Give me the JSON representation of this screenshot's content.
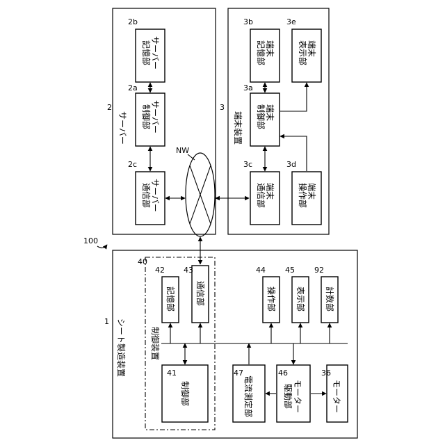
{
  "system_ref": "100",
  "server": {
    "ref": "2",
    "label": "サーバー",
    "storage": {
      "ref": "2b",
      "line1": "サーバー",
      "line2": "記憶部"
    },
    "control": {
      "ref": "2a",
      "line1": "サーバー",
      "line2": "制御部"
    },
    "comm": {
      "ref": "2c",
      "line1": "サーバー",
      "line2": "通信部"
    }
  },
  "network": {
    "ref": "NW"
  },
  "terminal": {
    "ref": "3",
    "label": "端末装置",
    "storage": {
      "ref": "3b",
      "line1": "端末",
      "line2": "記憶部"
    },
    "display": {
      "ref": "3e",
      "line1": "端末",
      "line2": "表示部"
    },
    "control": {
      "ref": "3a",
      "line1": "端末",
      "line2": "制御部"
    },
    "comm": {
      "ref": "3c",
      "line1": "端末",
      "line2": "通信部"
    },
    "operation": {
      "ref": "3d",
      "line1": "端末",
      "line2": "操作部"
    }
  },
  "machine": {
    "ref": "1",
    "label": "シート製造装置",
    "controller": {
      "ref": "40",
      "label": "制御装置"
    },
    "storage": {
      "ref": "42",
      "label": "記憶部"
    },
    "comm": {
      "ref": "43",
      "label": "通信部"
    },
    "control": {
      "ref": "41",
      "label": "制御部"
    },
    "operation": {
      "ref": "44",
      "label": "操作部"
    },
    "display": {
      "ref": "45",
      "label": "表示部"
    },
    "counter": {
      "ref": "92",
      "label": "計数部"
    },
    "current": {
      "ref": "47",
      "label": "電流測定部"
    },
    "driver": {
      "ref": "46",
      "line1": "モーター",
      "line2": "駆動部"
    },
    "motor": {
      "ref": "36",
      "label": "モーター"
    }
  }
}
